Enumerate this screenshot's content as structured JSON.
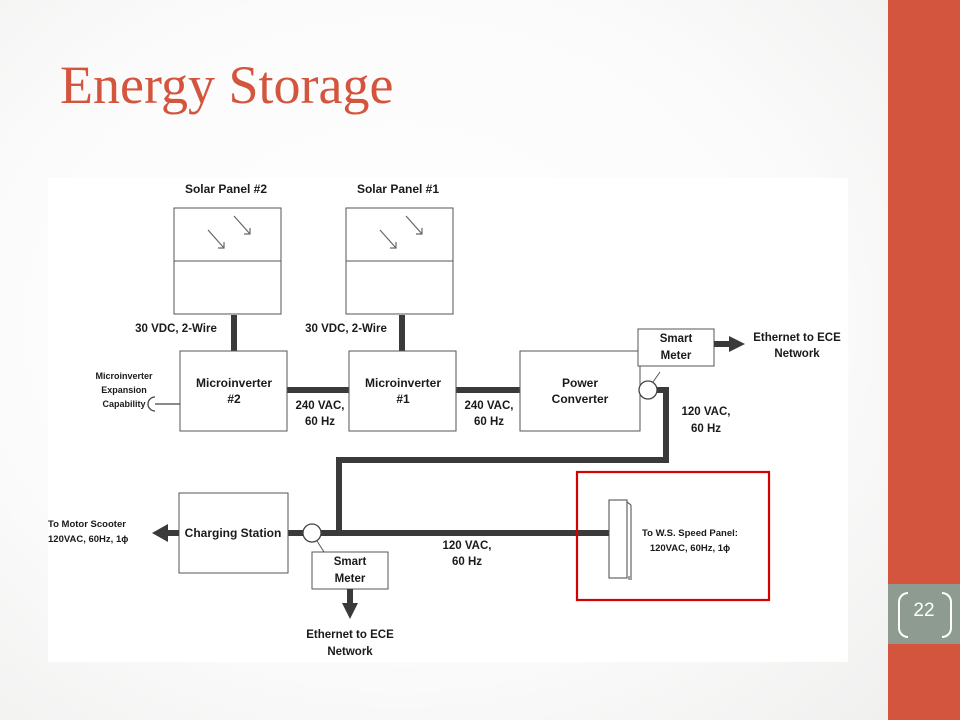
{
  "slide": {
    "title": "Energy Storage",
    "page_number": "22",
    "colors": {
      "accent": "#d4553d",
      "number_strip": "#8d9b90",
      "wire": "#3a3a3a",
      "highlight": "#d40000"
    }
  },
  "diagram": {
    "solar_panel_2": "Solar Panel #2",
    "solar_panel_1": "Solar Panel #1",
    "dc_label_2": "30 VDC, 2-Wire",
    "dc_label_1": "30 VDC, 2-Wire",
    "microinverter_2": [
      "Microinverter",
      "#2"
    ],
    "microinverter_1": [
      "Microinverter",
      "#1"
    ],
    "power_converter": [
      "Power",
      "Converter"
    ],
    "expansion": [
      "Microinverter",
      "Expansion",
      "Capability"
    ],
    "ac_label_a": [
      "240 VAC,",
      "60 Hz"
    ],
    "ac_label_b": [
      "240 VAC,",
      "60 Hz"
    ],
    "smart_meter_top": [
      "Smart",
      "Meter"
    ],
    "ethernet_top": [
      "Ethernet to ECE",
      "Network"
    ],
    "ac_120_right": [
      "120 VAC,",
      "60 Hz"
    ],
    "charging_station": "Charging Station",
    "motor_scooter": [
      "To Motor Scooter",
      "120VAC, 60Hz, 1ϕ"
    ],
    "ac_120_bottom": [
      "120 VAC,",
      "60 Hz"
    ],
    "speed_panel": [
      "To W.S. Speed Panel:",
      "120VAC, 60Hz, 1ϕ"
    ],
    "smart_meter_bottom": [
      "Smart",
      "Meter"
    ],
    "ethernet_bottom": [
      "Ethernet to ECE",
      "Network"
    ]
  }
}
